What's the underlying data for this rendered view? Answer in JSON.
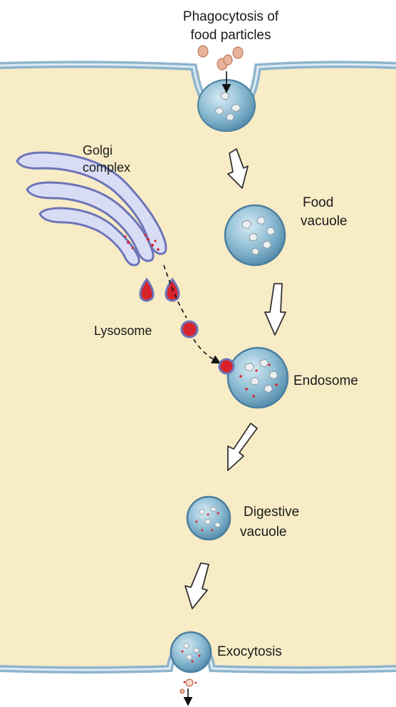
{
  "labels": {
    "phagocytosis_line1": "Phagocytosis of",
    "phagocytosis_line2": "food particles",
    "golgi_line1": "Golgi",
    "golgi_line2": "complex",
    "food_vacuole_line1": "Food",
    "food_vacuole_line2": "vacuole",
    "lysosome": "Lysosome",
    "endosome": "Endosome",
    "digestive_vacuole_line1": "Digestive",
    "digestive_vacuole_line2": "vacuole",
    "exocytosis": "Exocytosis"
  },
  "colors": {
    "cytoplasm": "#f8ecc6",
    "membrane": "#a9c6dc",
    "vacuole_fill": "#6fa3bf",
    "golgi_outline": "#7f86c4",
    "enzyme_red": "#d8232a",
    "food_particle": "#e6b39a"
  }
}
